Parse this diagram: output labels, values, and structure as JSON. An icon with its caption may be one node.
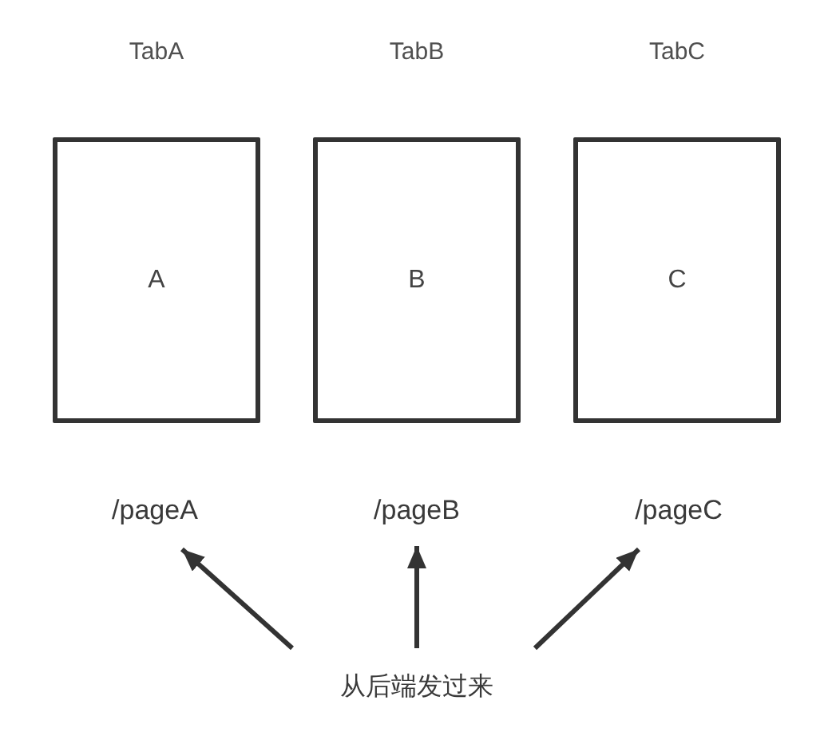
{
  "diagram": {
    "nodes": [
      {
        "text": [
          "TabA",
          "A"
        ]
      },
      {
        "text": [
          "TabB",
          "B"
        ]
      },
      {
        "text": [
          "TabC",
          "C"
        ]
      },
      {
        "text": [
          "/pageA"
        ]
      },
      {
        "text": [
          "/pageB"
        ]
      },
      {
        "text": [
          "/pageC"
        ]
      },
      {
        "text": [
          "从后端发过来"
        ]
      }
    ],
    "edges": [
      {
        "from": 6,
        "to": 3,
        "arrow": "to"
      },
      {
        "from": 6,
        "to": 4,
        "arrow": "to"
      },
      {
        "from": 6,
        "to": 5,
        "arrow": "to"
      }
    ]
  }
}
